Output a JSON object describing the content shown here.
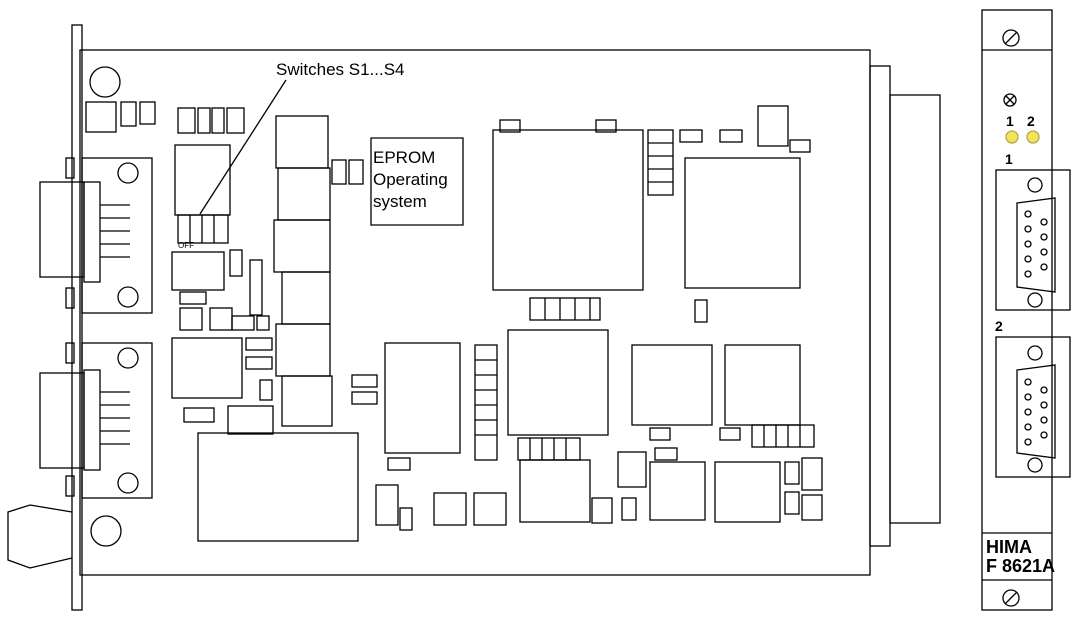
{
  "callout": {
    "switches": "Switches S1...S4",
    "switch_marking": "OFF"
  },
  "eprom": {
    "line1": "EPROM",
    "line2": "Operating",
    "line3": "system"
  },
  "front_panel": {
    "led_labels": [
      "1",
      "2"
    ],
    "port1_label": "1",
    "port2_label": "2",
    "brand": "HIMA",
    "model": "F 8621A",
    "led_color": "#f2e35a"
  }
}
